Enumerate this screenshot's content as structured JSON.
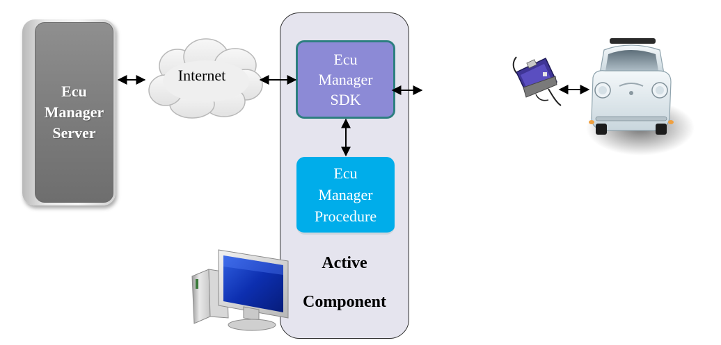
{
  "server": {
    "label_lines": [
      "Ecu",
      "Manager",
      "Server"
    ]
  },
  "cloud": {
    "label": "Internet"
  },
  "sdk": {
    "label_lines": [
      "Ecu",
      "Manager",
      "SDK"
    ]
  },
  "procedure": {
    "label_lines": [
      "Ecu",
      "Manager",
      "Procedure"
    ]
  },
  "active_component": {
    "label_lines": [
      "Active",
      "Component"
    ]
  },
  "icons": {
    "computer": "desktop-computer-icon",
    "interface": "obd-interface-icon",
    "car": "car-icon"
  },
  "colors": {
    "sdk_fill": "#8c8ad6",
    "sdk_border": "#2d7f80",
    "procedure_fill": "#00adea",
    "container_fill": "#e5e4ee",
    "server_fill": "#7d7d7d"
  }
}
